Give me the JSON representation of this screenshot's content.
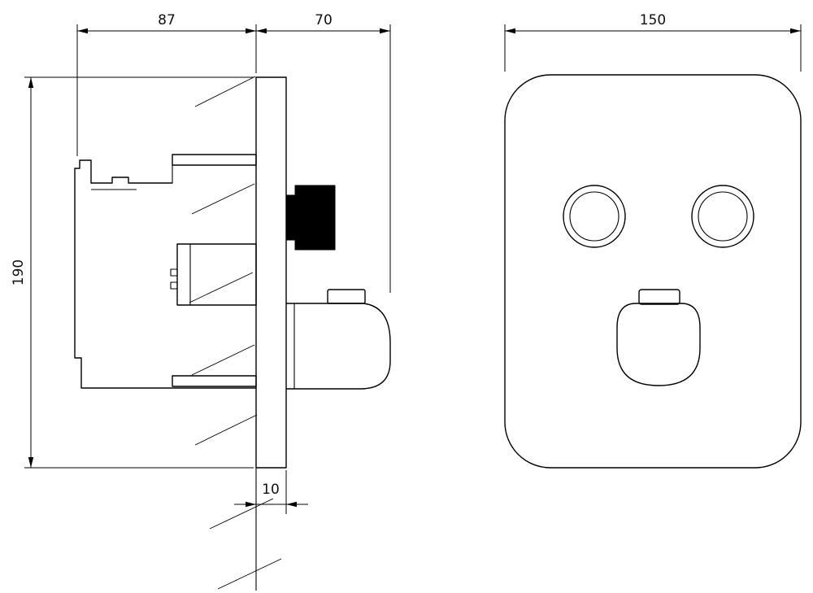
{
  "drawing": {
    "type": "technical-dimension-drawing",
    "views": {
      "side": "side-view-of-concealed-shower-mixer",
      "front": "front-view-of-trim-plate"
    },
    "dimensions": {
      "depth_behind_wall": "87",
      "front_protrusion": "70",
      "total_height": "190",
      "plate_width": "150",
      "plate_thickness": "10"
    },
    "colors": {
      "background": "#ffffff",
      "line": "#000000",
      "knob_fill": "#000000"
    }
  }
}
